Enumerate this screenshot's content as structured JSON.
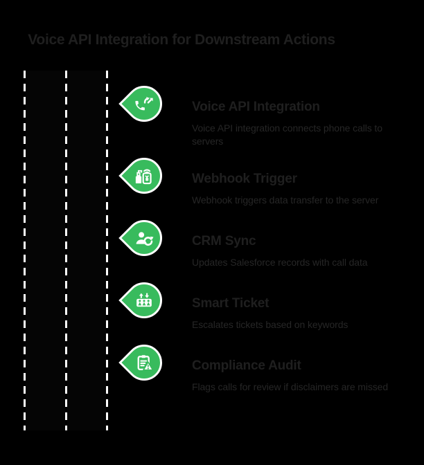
{
  "page": {
    "title": "Voice API Integration for Downstream Actions"
  },
  "colors": {
    "background": "#000000",
    "accent_green": "#38bb5d",
    "icon_glyph": "#ffffff",
    "icon_ring": "#ffffff",
    "lane_dash": "#ffffff",
    "heading_text": "#1f1f1f",
    "body_text": "#262626"
  },
  "lanes": {
    "dashed_line_count": 3,
    "lane_count": 2
  },
  "steps": [
    {
      "icon": "phone-forwarded-icon",
      "title": "Voice API Integration",
      "description": "Voice API integration connects phone calls to servers"
    },
    {
      "icon": "sanitizer-phone-signal-icon",
      "title": "Webhook Trigger",
      "description": "Webhook triggers data transfer to the server"
    },
    {
      "icon": "user-sync-icon",
      "title": "CRM Sync",
      "description": "Updates Salesforce records with call data"
    },
    {
      "icon": "elevator-icon",
      "title": "Smart Ticket",
      "description": "Escalates tickets based on keywords"
    },
    {
      "icon": "clipboard-warning-icon",
      "title": "Compliance Audit",
      "description": "Flags calls for review if disclaimers are missed"
    }
  ]
}
